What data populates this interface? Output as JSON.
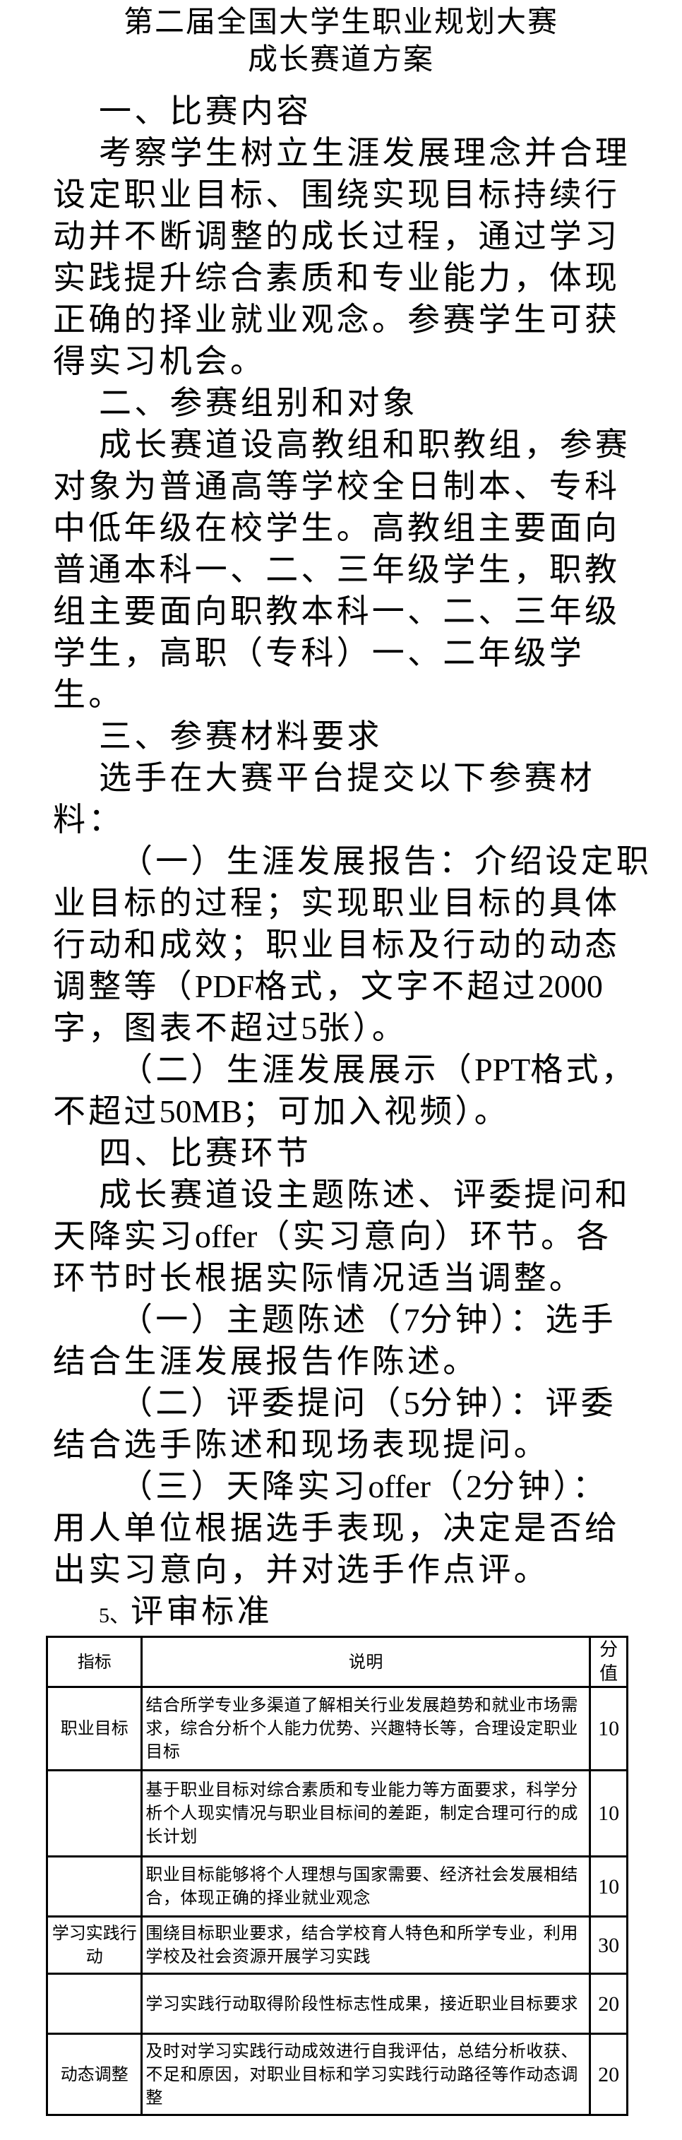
{
  "title": {
    "line1": "第二届全国大学生职业规划大赛",
    "line2": "成长赛道方案"
  },
  "sections": {
    "s1": {
      "heading": "一、比赛内容",
      "lines": [
        "考察学生树立生涯发展理念并合理",
        "设定职业目标、围绕实现目标持续行",
        "动并不断调整的成长过程，通过学习",
        "实践提升综合素质和专业能力，体现",
        "正确的择业就业观念。参赛学生可获",
        "得实习机会。"
      ]
    },
    "s2": {
      "heading": "二、参赛组别和对象",
      "lines": [
        "成长赛道设高教组和职教组，参赛",
        "对象为普通高等学校全日制本、专科",
        "中低年级在校学生。高教组主要面向",
        "普通本科一、二、三年级学生，职教",
        "组主要面向职教本科一、二、三年级",
        "学生，高职（专科）一、二年级学",
        "生。"
      ]
    },
    "s3": {
      "heading": "三、参赛材料要求",
      "intro": [
        "选手在大赛平台提交以下参赛材",
        "料："
      ],
      "item1": {
        "l1": "（一）生涯发展报告：介绍设定职",
        "l2": "业目标的过程；实现职业目标的具体",
        "l3": "行动和成效；职业目标及行动的动态",
        "l4a": "调整等（",
        "l4b": "PDF",
        "l4c": "格式，文字不超过",
        "l4d": "2000",
        "l5a": "字，图表不超过",
        "l5b": "5",
        "l5c": "张）。"
      },
      "item2": {
        "l1a": "（二）生涯发展展示（",
        "l1b": "PPT",
        "l1c": "格式，",
        "l2a": "不超过",
        "l2b": "50MB",
        "l2c": "；可加入视频）。"
      }
    },
    "s4": {
      "heading": "四、比赛环节",
      "intro": {
        "l1": "成长赛道设主题陈述、评委提问和",
        "l2a": "天降实习",
        "l2b": "offer",
        "l2c": "（实习意向）环节。各",
        "l3": "环节时长根据实际情况适当调整。"
      },
      "item1": {
        "l1a": "（一）主题陈述（",
        "l1b": "7",
        "l1c": "分钟）：选手",
        "l2": "结合生涯发展报告作陈述。"
      },
      "item2": {
        "l1a": "（二）评委提问（",
        "l1b": "5",
        "l1c": "分钟）：评委",
        "l2": "结合选手陈述和现场表现提问。"
      },
      "item3": {
        "l1a": "（三）天降实习",
        "l1b": "offer",
        "l1c": "（",
        "l1d": "2",
        "l1e": "分钟）：",
        "l2": "用人单位根据选手表现，决定是否给",
        "l3": "出实习意向，并对选手作点评。"
      }
    },
    "s5": {
      "heading_num": "5、",
      "heading": "评审标准"
    }
  },
  "table": {
    "headers": {
      "indicator": "指标",
      "description": "说明",
      "score": "分值"
    },
    "rows": [
      {
        "indicator": "职业目标",
        "description": "结合所学专业多渠道了解相关行业发展趋势和就业市场需求，综合分析个人能力优势、兴趣特长等，合理设定职业目标",
        "score": "10"
      },
      {
        "indicator": "",
        "description": "基于职业目标对综合素质和专业能力等方面要求，科学分析个人现实情况与职业目标间的差距，制定合理可行的成长计划",
        "score": "10"
      },
      {
        "indicator": "",
        "description": "职业目标能够将个人理想与国家需要、经济社会发展相结合，体现正确的择业就业观念",
        "score": "10"
      },
      {
        "indicator": "学习实践行动",
        "description": "围绕目标职业要求，结合学校育人特色和所学专业，利用学校及社会资源开展学习实践",
        "score": "30"
      },
      {
        "indicator": "",
        "description": "学习实践行动取得阶段性标志性成果，接近职业目标要求",
        "score": "20"
      },
      {
        "indicator": "动态调整",
        "description": "及时对学习实践行动成效进行自我评估，总结分析收获、不足和原因，对职业目标和学习实践行动路径等作动态调整",
        "score": "20"
      }
    ]
  }
}
